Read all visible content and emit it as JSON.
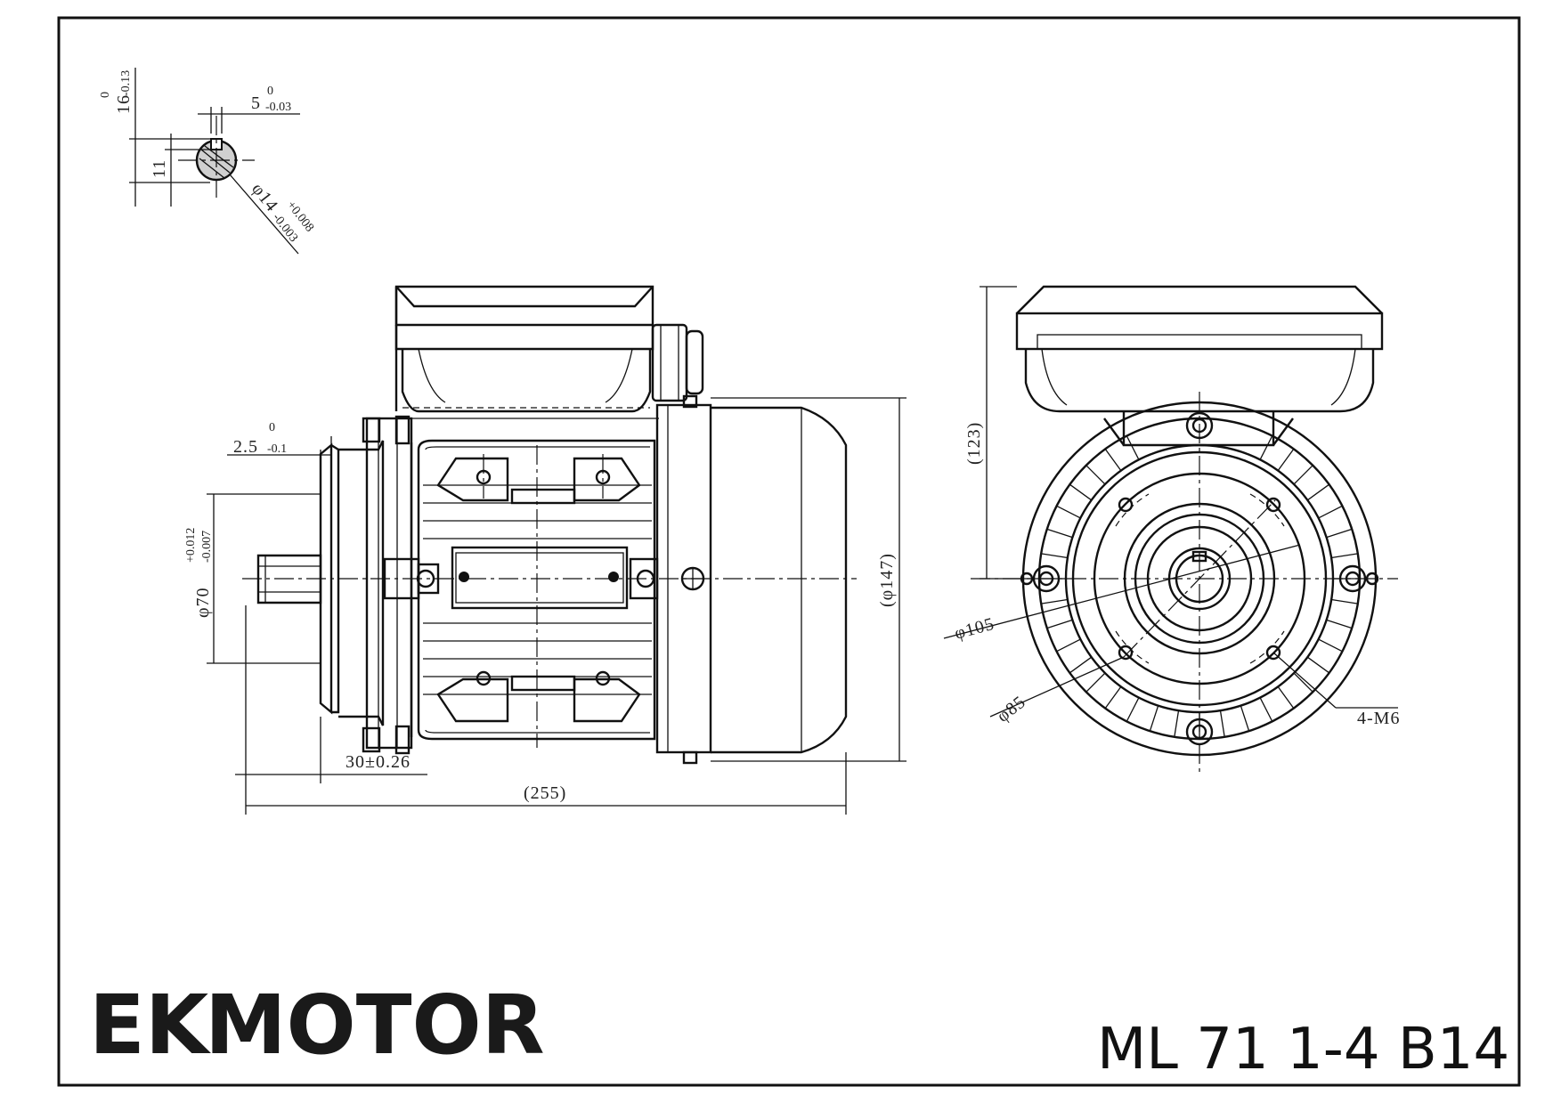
{
  "brand": {
    "mark": "EK",
    "name": "MOTOR",
    "mark_color": "#d6202a",
    "name_color": "#1a1a1a"
  },
  "model": "ML 71 1-4 B14",
  "dimensions": {
    "key_height": "16",
    "key_height_tol_upper": "0",
    "key_height_tol_lower": "-0.13",
    "key_width": "5",
    "key_width_tol_upper": "0",
    "key_width_tol_lower": "-0.03",
    "shaft_key_depth": "11",
    "shaft_dia": "φ14",
    "shaft_dia_tol_upper": "+0.008",
    "shaft_dia_tol_lower": "-0.003",
    "spigot_depth": "2.5",
    "spigot_depth_tol_upper": "0",
    "spigot_depth_tol_lower": "-0.1",
    "spigot_dia": "φ70",
    "spigot_dia_tol_upper": "+0.012",
    "spigot_dia_tol_lower": "-0.007",
    "shaft_length": "30±0.26",
    "overall_length": "(255)",
    "overall_dia": "(φ147)",
    "height_to_top": "(123)",
    "flange_dia": "φ105",
    "bolt_circle": "φ85",
    "threads": "4-M6"
  }
}
